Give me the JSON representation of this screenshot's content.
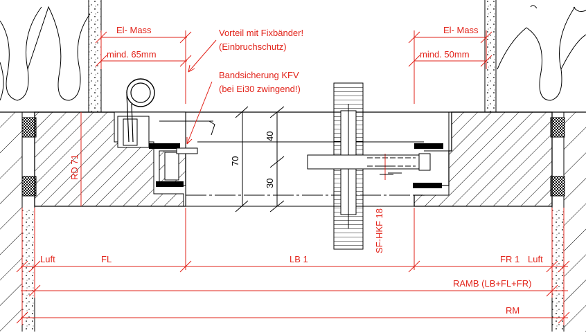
{
  "labels": {
    "el_mass_left": "El- Mass",
    "el_mass_right": "El- Mass",
    "mind_left": "mind. 65mm",
    "mind_right": "mind. 50mm",
    "note_fixband_line1": "Vorteil mit Fixbänder!",
    "note_fixband_line2": "(Einbruchschutz)",
    "note_band_line1": "Bandsicherung KFV",
    "note_band_line2": "(bei Ei30 zwingend!)",
    "rd": "RD 71",
    "dim_70": "70",
    "dim_40": "40",
    "dim_30": "30",
    "sf_hkf": "SF-HKF 18",
    "luft_left": "Luft",
    "fl": "FL",
    "lb1": "LB 1",
    "fr1": "FR 1",
    "luft_right": "Luft",
    "ramb": "RAMB (LB+FL+FR)",
    "rm": "RM"
  },
  "colors": {
    "dimension": "#e2231a",
    "line": "#000000"
  }
}
